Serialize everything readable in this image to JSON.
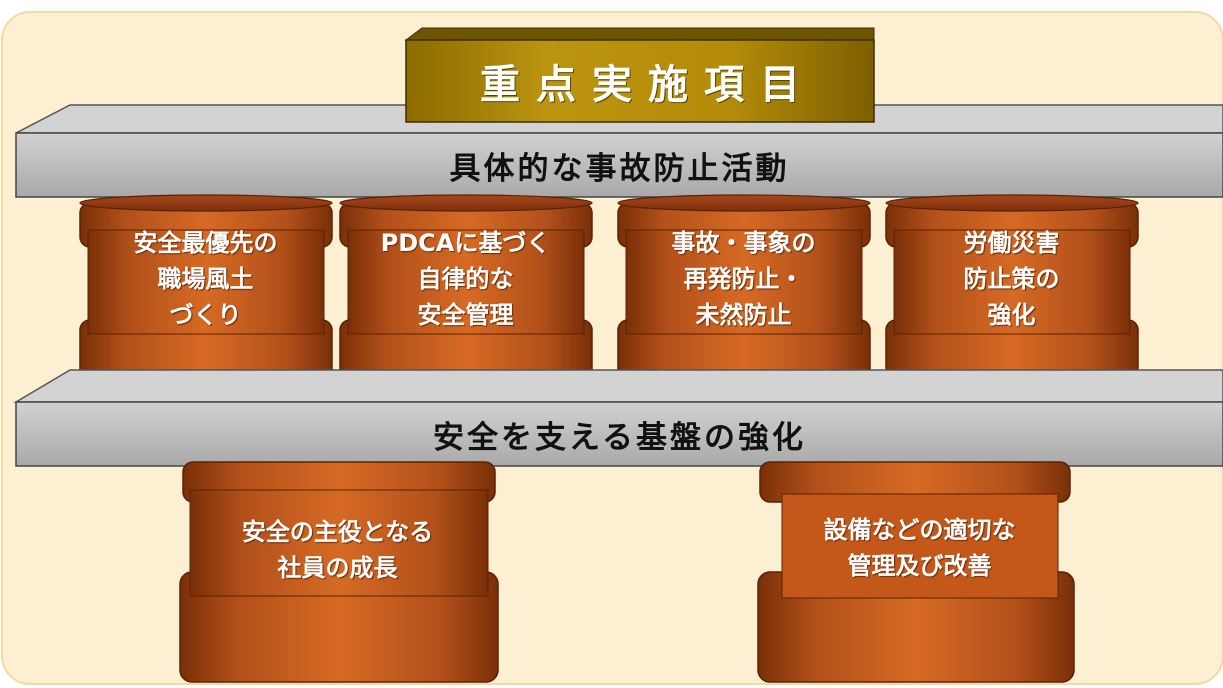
{
  "diagram": {
    "title": "重点実施項目",
    "upper_band": "具体的な事故防止活動",
    "lower_band": "安全を支える基盤の強化",
    "upper_pillars": [
      {
        "line1": "安全最優先の",
        "line2": "職場風土",
        "line3": "づくり"
      },
      {
        "line1": "PDCAに基づく",
        "line2": "自律的な",
        "line3": "安全管理"
      },
      {
        "line1": "事故・事象の",
        "line2": "再発防止・",
        "line3": "未然防止"
      },
      {
        "line1": "労働災害",
        "line2": "防止策の",
        "line3": "強化"
      }
    ],
    "lower_pillars": [
      {
        "line1": "安全の主役となる",
        "line2": "社員の成長"
      },
      {
        "line1": "設備などの適切な",
        "line2": "管理及び改善"
      }
    ]
  },
  "colors": {
    "background_panel": "#fdf0d2",
    "title_fill": "#b08a06",
    "band_fill": "#b9b9b9",
    "pillar_fill": "#c4581a",
    "text_on_pillar": "#ffffff"
  }
}
